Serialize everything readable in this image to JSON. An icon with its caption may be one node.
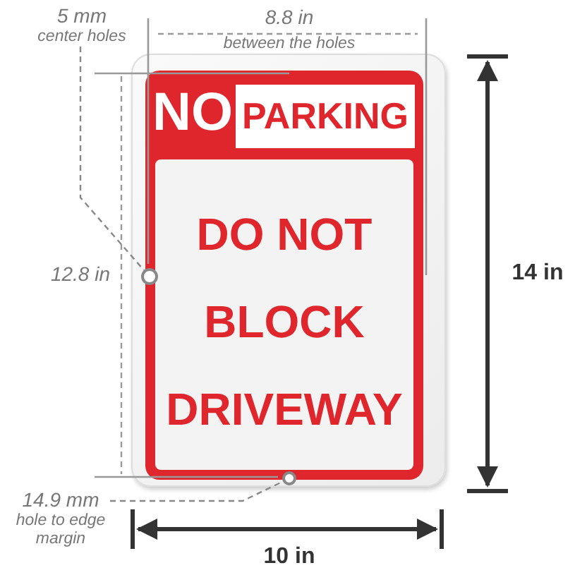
{
  "diagram": {
    "nodes": [
      {
        "text": [
          "NO",
          "PARKING",
          "DO NOT BLOCK DRIVEWAY"
        ]
      },
      {
        "text": [
          "5 mm",
          "center holes"
        ]
      },
      {
        "text": [],
        "shape": "circle",
        "in": 0
      },
      {
        "text": [
          "14.9 mm",
          "hole to edge margin"
        ]
      },
      {
        "text": [],
        "shape": "circle",
        "in": 0
      }
    ],
    "edges": [
      {
        "from": 1,
        "to": 2,
        "arrow": "none",
        "style": "dashed"
      },
      {
        "from": 3,
        "to": 4,
        "arrow": "none",
        "style": "dashed"
      }
    ],
    "labels": [
      "8.8 in",
      "between the holes",
      "12.8 in",
      "14 in",
      "10 in"
    ]
  }
}
